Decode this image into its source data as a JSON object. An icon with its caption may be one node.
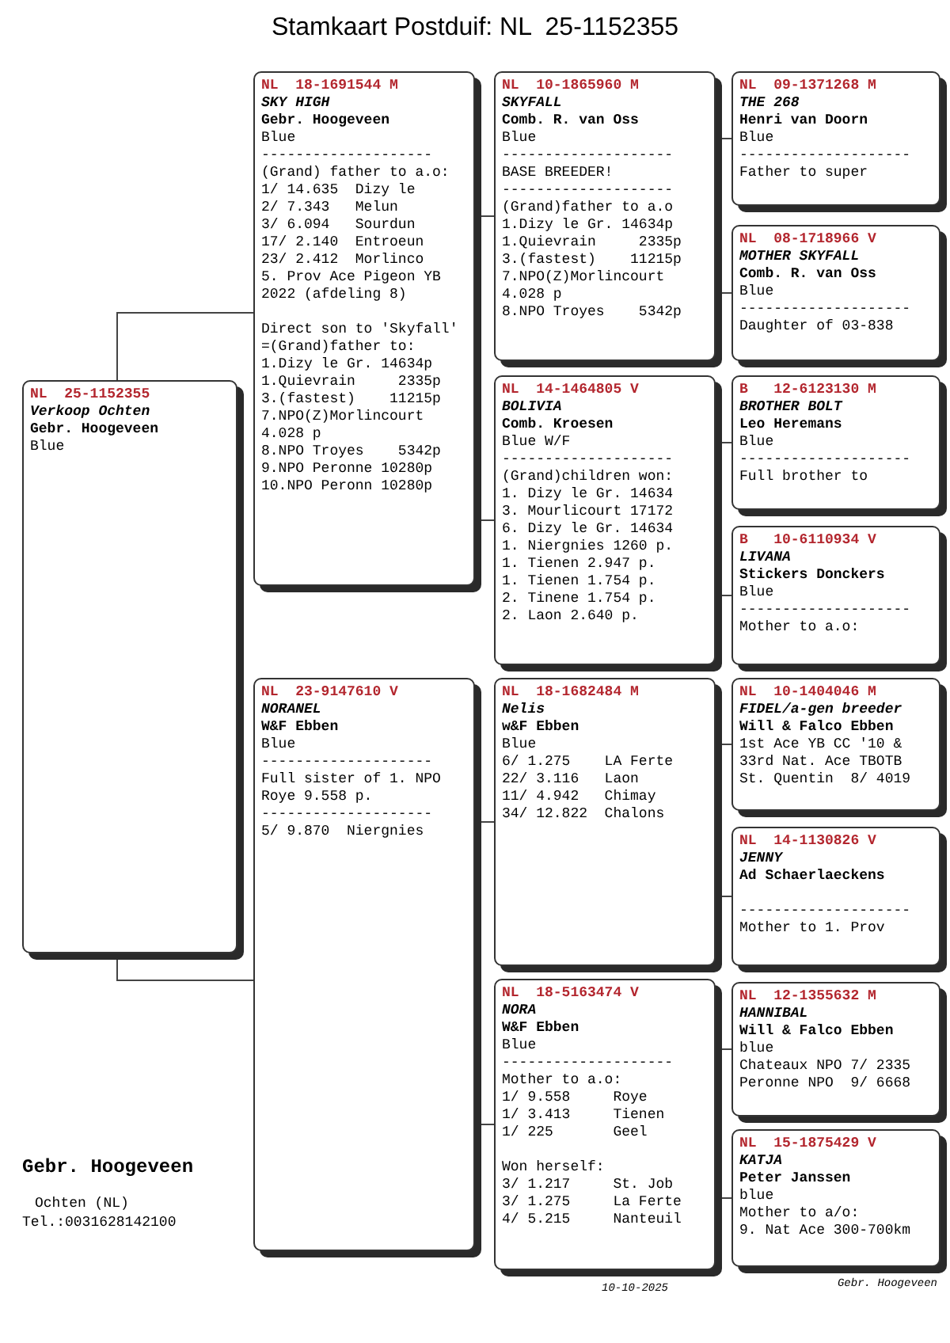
{
  "diagram": {
    "title": "Stamkaart Postduif: NL  25-1152355",
    "nodes": [
      {
        "text": [
          "NL  25-1152355",
          "Verkoop Ochten",
          "Gebr. Hoogeveen",
          "Blue"
        ]
      },
      {
        "text": [
          "NL  18-1691544 M",
          "SKY HIGH",
          "Gebr. Hoogeveen",
          "Blue",
          "--------------------",
          "(Grand) father to a.o:",
          "1/ 14.635  Dizy le",
          "2/ 7.343   Melun",
          "3/ 6.094   Sourdun",
          "17/ 2.140  Entroeun",
          "23/ 2.412  Morlinco",
          "5. Prov Ace Pigeon YB 2022 (afdeling 8)",
          "Direct son to 'Skyfall'",
          "=(Grand)father to:",
          "1.Dizy le Gr. 14634p",
          "1.Quievrain     2335p",
          "3.(fastest)    11215p",
          "7.NPO(Z)Morlincourt 4.028 p",
          "8.NPO Troyes    5342p",
          "9.NPO Peronne 10280p",
          "10.NPO Peronn 10280p"
        ]
      },
      {
        "text": [
          "NL  10-1865960 M",
          "SKYFALL",
          "Comb. R. van Oss",
          "Blue",
          "--------------------",
          "BASE BREEDER!",
          "--------------------",
          "(Grand)father to a.o",
          "1.Dizy le Gr. 14634p",
          "1.Quievrain     2335p",
          "3.(fastest)    11215p",
          "7.NPO(Z)Morlincourt 4.028 p",
          "8.NPO Troyes    5342p"
        ]
      },
      {
        "text": [
          "NL  09-1371268 M",
          "THE 268",
          "Henri van Doorn",
          "Blue",
          "--------------------",
          "Father to super"
        ]
      },
      {
        "text": [
          "NL  08-1718966 V",
          "MOTHER SKYFALL",
          "Comb. R. van Oss",
          "Blue",
          "--------------------",
          "Daughter of 03-838"
        ]
      },
      {
        "text": [
          "NL  14-1464805 V",
          "BOLIVIA",
          "Comb. Kroesen",
          "Blue W/F",
          "--------------------",
          "(Grand)children won:",
          "1. Dizy le Gr. 14634",
          "3. Mourlicourt 17172",
          "6. Dizy le Gr. 14634",
          "1. Niergnies 1260 p.",
          "1. Tienen 2.947 p.",
          "1. Tienen 1.754 p.",
          "2. Tinene 1.754 p.",
          "2. Laon 2.640 p."
        ]
      },
      {
        "text": [
          "B   12-6123130 M",
          "BROTHER BOLT",
          "Leo Heremans",
          "Blue",
          "--------------------",
          "Full brother to"
        ]
      },
      {
        "text": [
          "B   10-6110934 V",
          "LIVANA",
          "Stickers Donckers",
          "Blue",
          "--------------------",
          "Mother to a.o:"
        ]
      },
      {
        "text": [
          "NL  23-9147610 V",
          "NORANEL",
          "W&F Ebben",
          "Blue",
          "--------------------",
          "Full sister of 1. NPO Roye 9.558 p.",
          "--------------------",
          "5/ 9.870  Niergnies"
        ]
      },
      {
        "text": [
          "NL  18-1682484 M",
          "Nelis",
          "w&F Ebben",
          "Blue",
          "6/ 1.275    LA Ferte",
          "22/ 3.116   Laon",
          "11/ 4.942   Chimay",
          "34/ 12.822  Chalons"
        ]
      },
      {
        "text": [
          "NL  10-1404046 M",
          "FIDEL/a-gen breeder",
          "Will & Falco Ebben",
          "1st Ace YB CC '10 &",
          "33rd Nat. Ace TBOTB",
          "St. Quentin  8/ 4019"
        ]
      },
      {
        "text": [
          "NL  14-1130826 V",
          "JENNY",
          "Ad Schaerlaeckens",
          "--------------------",
          "Mother to 1. Prov"
        ]
      },
      {
        "text": [
          "NL  18-5163474 V",
          "NORA",
          "W&F Ebben",
          "Blue",
          "--------------------",
          "Mother to a.o:",
          "1/ 9.558     Roye",
          "1/ 3.413     Tienen",
          "1/ 225       Geel",
          "Won herself:",
          "3/ 1.217     St. Job",
          "3/ 1.275     La Ferte",
          "4/ 5.215     Nanteuil"
        ]
      },
      {
        "text": [
          "NL  12-1355632 M",
          "HANNIBAL",
          "Will & Falco Ebben",
          "blue",
          "Chateaux NPO 7/ 2335",
          "Peronne NPO  9/ 6668"
        ]
      },
      {
        "text": [
          "NL  15-1875429 V",
          "KATJA",
          "Peter Janssen",
          "blue",
          "Mother to a/o:",
          "9. Nat Ace 300-700km"
        ]
      }
    ],
    "edges": [
      {
        "from": 0,
        "to": 1,
        "arrow": "none"
      },
      {
        "from": 0,
        "to": 8,
        "arrow": "none"
      },
      {
        "from": 1,
        "to": 2,
        "arrow": "none"
      },
      {
        "from": 1,
        "to": 5,
        "arrow": "none"
      },
      {
        "from": 2,
        "to": 3,
        "arrow": "none"
      },
      {
        "from": 2,
        "to": 4,
        "arrow": "none"
      },
      {
        "from": 5,
        "to": 6,
        "arrow": "none"
      },
      {
        "from": 5,
        "to": 7,
        "arrow": "none"
      },
      {
        "from": 8,
        "to": 9,
        "arrow": "none"
      },
      {
        "from": 8,
        "to": 12,
        "arrow": "none"
      },
      {
        "from": 9,
        "to": 10,
        "arrow": "none"
      },
      {
        "from": 9,
        "to": 11,
        "arrow": "none"
      },
      {
        "from": 12,
        "to": 13,
        "arrow": "none"
      },
      {
        "from": 12,
        "to": 14,
        "arrow": "none"
      }
    ],
    "labels": [
      "Gebr. Hoogeveen",
      "Ochten (NL)",
      "Tel.:0031628142100",
      "10-10-2025",
      "Gebr. Hoogeveen"
    ]
  }
}
